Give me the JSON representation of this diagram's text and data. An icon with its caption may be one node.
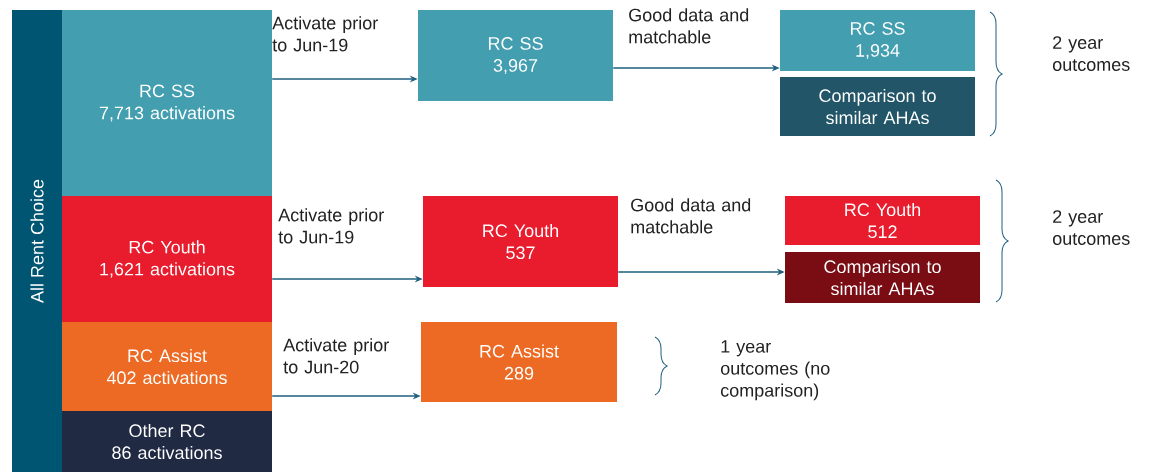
{
  "diagram": {
    "nodes": [
      {
        "text": [
          "All Rent Choice"
        ]
      },
      {
        "text": [
          "RC SS",
          "7,713 activations"
        ]
      },
      {
        "text": [
          "RC Youth",
          "1,621 activations"
        ]
      },
      {
        "text": [
          "RC Assist",
          "402 activations"
        ]
      },
      {
        "text": [
          "Other RC",
          "86 activations"
        ]
      },
      {
        "text": [
          "RC SS",
          "3,967"
        ]
      },
      {
        "text": [
          "RC SS",
          "1,934"
        ]
      },
      {
        "text": [
          "Comparison to similar AHAs"
        ]
      },
      {
        "text": [
          "RC Youth",
          "537"
        ]
      },
      {
        "text": [
          "RC Youth",
          "512"
        ]
      },
      {
        "text": [
          "Comparison to similar AHAs"
        ]
      },
      {
        "text": [
          "RC Assist",
          "289"
        ]
      }
    ],
    "edges": [
      {
        "from": 1,
        "to": 5,
        "arrow": "to",
        "label": "Activate prior to Jun-19"
      },
      {
        "from": 5,
        "to": 6,
        "arrow": "to",
        "label": "Good data and matchable"
      },
      {
        "from": 2,
        "to": 8,
        "arrow": "to",
        "label": "Activate prior to Jun-19"
      },
      {
        "from": 8,
        "to": 10,
        "arrow": "to",
        "label": "Good data and matchable"
      },
      {
        "from": 3,
        "to": 11,
        "arrow": "to",
        "label": "Activate prior to Jun-20"
      }
    ],
    "labels": [
      "2 year outcomes",
      "2 year outcomes",
      "1 year outcomes (no comparison)"
    ]
  }
}
